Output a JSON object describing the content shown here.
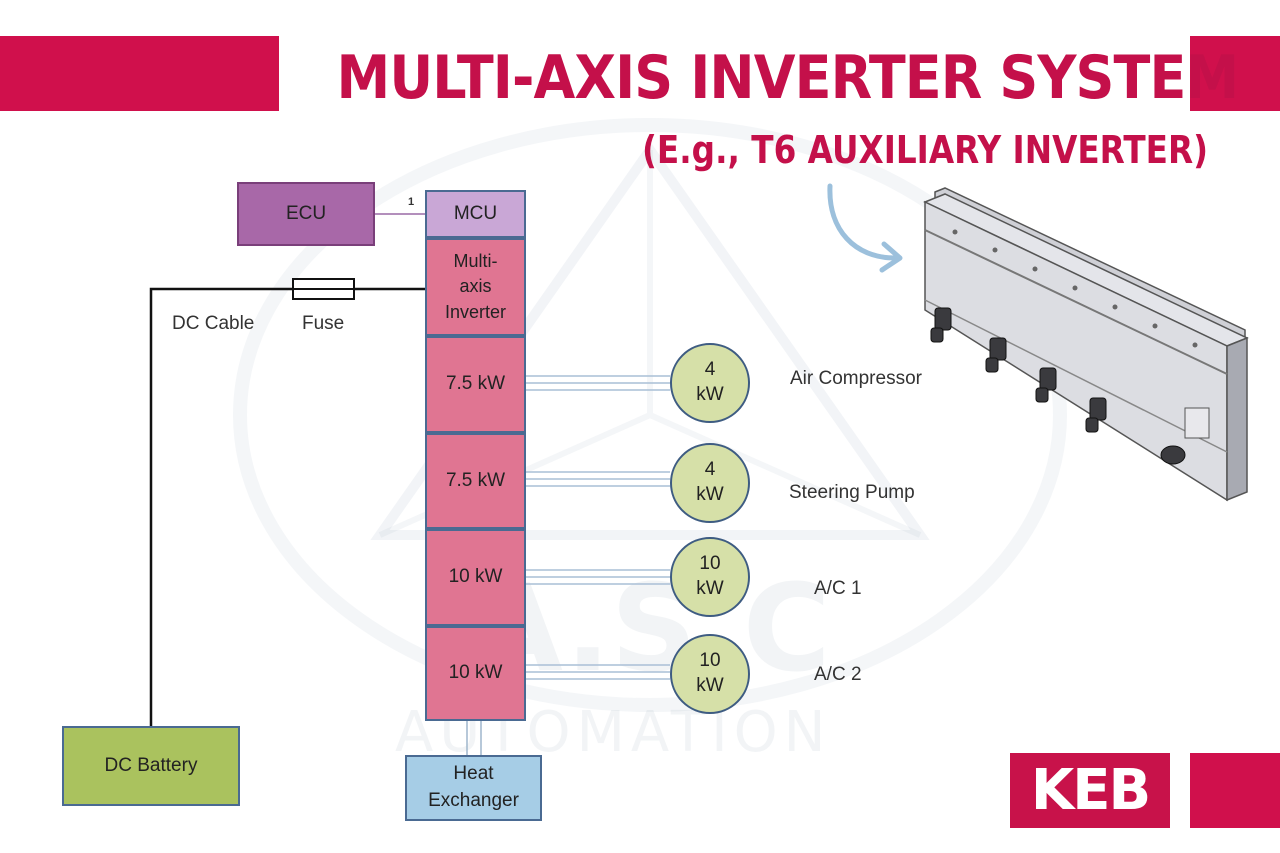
{
  "header": {
    "title": "MULTI-AXIS INVERTER SYSTEM",
    "subtitle": "(E.g., T6 AUXILIARY INVERTER)"
  },
  "diagram": {
    "ecu": "ECU",
    "mcu": "MCU",
    "link_label": "1",
    "inverter": "Multi-\naxis\nInverter",
    "dc_cable": "DC Cable",
    "fuse": "Fuse",
    "battery": "DC Battery",
    "heat_exchanger": "Heat\nExchanger",
    "axes": [
      {
        "rating": "7.5 kW",
        "motor_value": "4",
        "motor_unit": "kW",
        "load": "Air Compressor"
      },
      {
        "rating": "7.5 kW",
        "motor_value": "4",
        "motor_unit": "kW",
        "load": "Steering Pump"
      },
      {
        "rating": "10 kW",
        "motor_value": "10",
        "motor_unit": "kW",
        "load": "A/C 1"
      },
      {
        "rating": "10 kW",
        "motor_value": "10",
        "motor_unit": "kW",
        "load": "A/C 2"
      }
    ]
  },
  "watermark": {
    "letters": "A.S.C",
    "word": "AUTOMATION"
  },
  "logo": {
    "text": "KEB"
  },
  "colors": {
    "brand": "#d0104c",
    "ecu": "#a868a8",
    "mcu": "#c9a7d6",
    "inverter": "#e07592",
    "motor": "#d6e0a8",
    "battery": "#aac25e",
    "heat_exchanger": "#a6cde6"
  },
  "icons": {
    "arrow": "curved-arrow-icon",
    "product": "inverter-product-illustration"
  }
}
